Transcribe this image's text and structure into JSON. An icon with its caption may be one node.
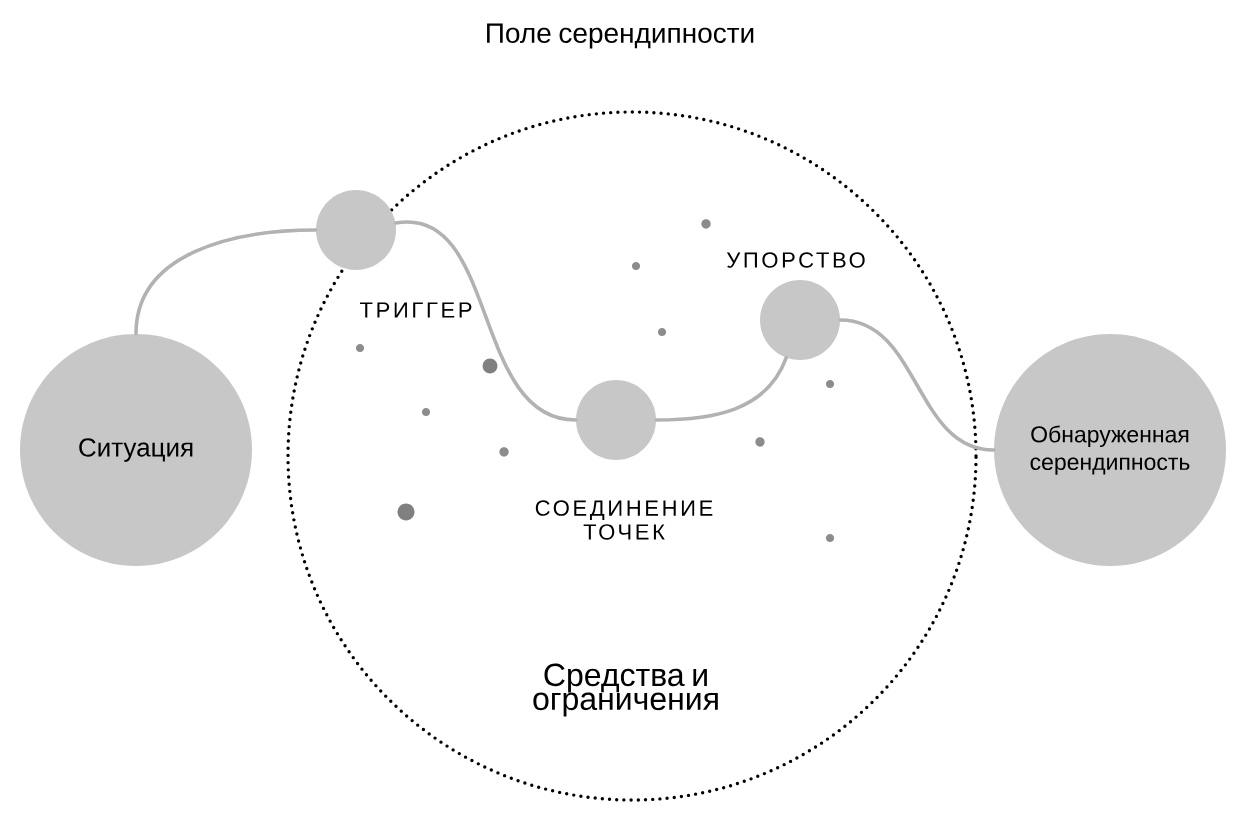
{
  "diagram": {
    "nodes": [
      {
        "text": [
          "Поле серендипности",
          "Средства и ограничения"
        ]
      },
      {
        "text": [
          "Ситуация"
        ]
      },
      {
        "text": [],
        "shape": "circle",
        "beside": [
          "ТРИГГЕР"
        ]
      },
      {
        "text": [],
        "shape": "circle",
        "beside": [
          "СОЕДИНЕНИЕ ТОЧЕК"
        ],
        "in": 0
      },
      {
        "text": [],
        "shape": "circle",
        "beside": [
          "УПОРСТВО"
        ],
        "in": 0
      },
      {
        "text": [
          "Обнаруженная серендипность"
        ]
      }
    ],
    "edges": [
      {
        "from": 1,
        "to": 2,
        "arrow": "none"
      },
      {
        "from": 2,
        "to": 3,
        "arrow": "none"
      },
      {
        "from": 3,
        "to": 4,
        "arrow": "none"
      },
      {
        "from": 4,
        "to": 5,
        "arrow": "none"
      }
    ]
  }
}
